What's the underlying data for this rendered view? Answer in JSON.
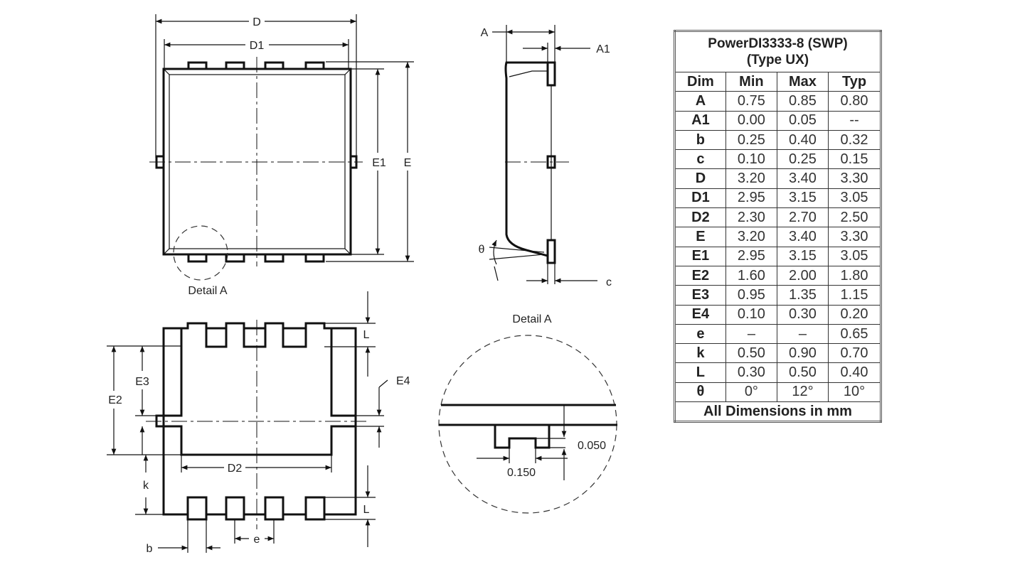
{
  "table": {
    "title_line1": "PowerDI3333-8 (SWP)",
    "title_line2": "(Type UX)",
    "headers": [
      "Dim",
      "Min",
      "Max",
      "Typ"
    ],
    "rows": [
      [
        "A",
        "0.75",
        "0.85",
        "0.80"
      ],
      [
        "A1",
        "0.00",
        "0.05",
        "--"
      ],
      [
        "b",
        "0.25",
        "0.40",
        "0.32"
      ],
      [
        "c",
        "0.10",
        "0.25",
        "0.15"
      ],
      [
        "D",
        "3.20",
        "3.40",
        "3.30"
      ],
      [
        "D1",
        "2.95",
        "3.15",
        "3.05"
      ],
      [
        "D2",
        "2.30",
        "2.70",
        "2.50"
      ],
      [
        "E",
        "3.20",
        "3.40",
        "3.30"
      ],
      [
        "E1",
        "2.95",
        "3.15",
        "3.05"
      ],
      [
        "E2",
        "1.60",
        "2.00",
        "1.80"
      ],
      [
        "E3",
        "0.95",
        "1.35",
        "1.15"
      ],
      [
        "E4",
        "0.10",
        "0.30",
        "0.20"
      ],
      [
        "e",
        "–",
        "–",
        "0.65"
      ],
      [
        "k",
        "0.50",
        "0.90",
        "0.70"
      ],
      [
        "L",
        "0.30",
        "0.50",
        "0.40"
      ],
      [
        "θ",
        "0°",
        "12°",
        "10°"
      ]
    ],
    "footer": "All Dimensions in mm"
  },
  "top_view": {
    "D": "D",
    "D1": "D1",
    "E1": "E1",
    "E": "E",
    "detail": "Detail A"
  },
  "side_view": {
    "A": "A",
    "A1": "A1",
    "theta": "θ",
    "c": "c"
  },
  "bottom_view": {
    "E2": "E2",
    "E3": "E3",
    "E4": "E4",
    "L_top": "L",
    "L_bottom": "L",
    "D2": "D2",
    "k": "k",
    "b": "b",
    "e": "e"
  },
  "detail_view": {
    "title": "Detail A",
    "dim_vertical": "0.050",
    "dim_horizontal": "0.150"
  }
}
